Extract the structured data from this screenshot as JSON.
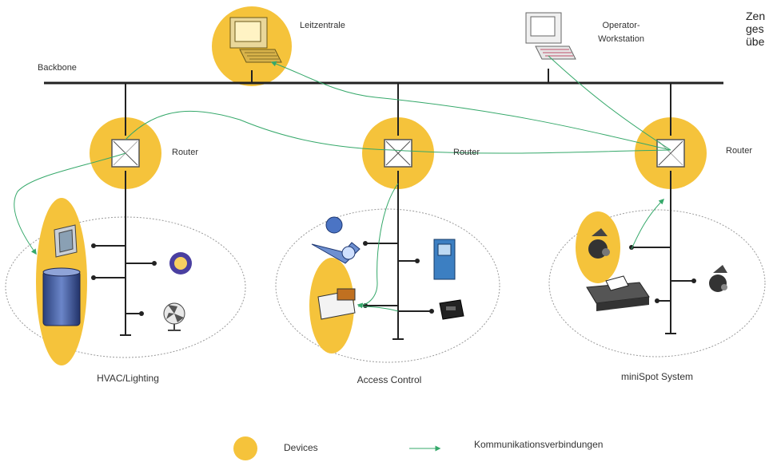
{
  "labels": {
    "leitzentrale": "Leitzentrale",
    "operator_line1": "Operator-",
    "operator_line2": "Workstation",
    "backbone": "Backbone",
    "router_1": "Router",
    "router_2": "Router",
    "router_3": "Router",
    "hvac": "HVAC/Lighting",
    "access": "Access Control",
    "minispot": "miniSpot System"
  },
  "legend": {
    "devices": "Devices",
    "connections": "Kommunikationsverbindungen"
  },
  "side_text": [
    "Zen",
    "ges",
    "übe"
  ],
  "colors": {
    "device_fill": "#F5C33B",
    "connection": "#35A86A",
    "line": "#222222",
    "cluster_border": "#9a9a9a"
  }
}
